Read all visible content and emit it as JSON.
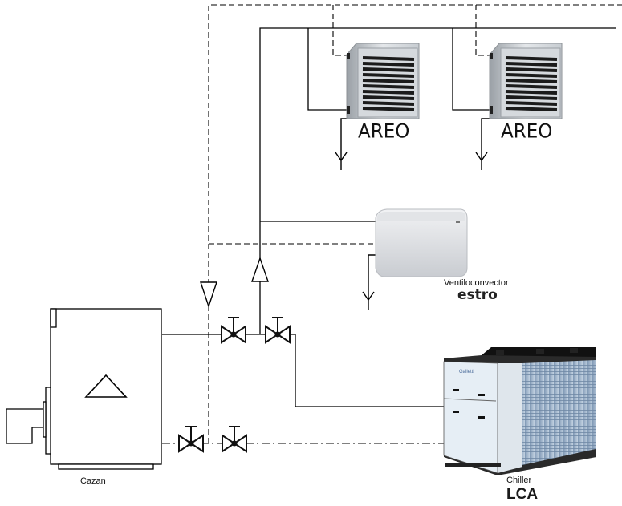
{
  "title": "Schema instalatie incalzire / racire",
  "units": {
    "boiler": {
      "label": "Cazan"
    },
    "chiller": {
      "label": "Chiller",
      "model": "LCA",
      "logo": "Galletti"
    },
    "fan_coil": {
      "label": "Ventiloconvector",
      "model": "estro"
    },
    "air_heaters": [
      {
        "label": "AREO"
      },
      {
        "label": "AREO"
      }
    ]
  },
  "colors": {
    "line": "#000000",
    "unit_body": "#d9dde2",
    "chiller_coil": "#a9bfd6",
    "background": "#ffffff"
  }
}
